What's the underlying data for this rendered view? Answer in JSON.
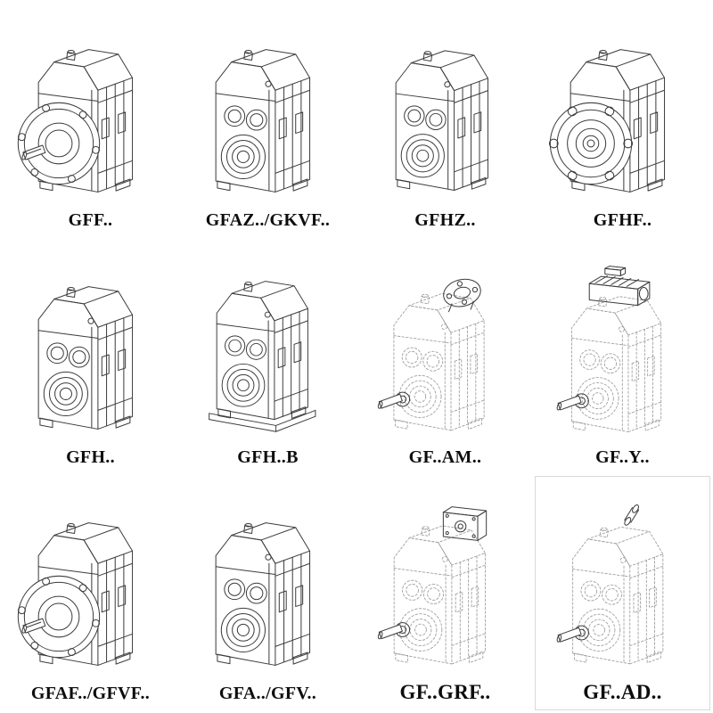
{
  "page": {
    "background": "#ffffff",
    "line_color": "#3c3c3c",
    "phantom_line_color": "#9a9a9a",
    "label_color": "#0d0d0d"
  },
  "products": [
    {
      "label": "GFF..",
      "variant": "flange-mounted with solid output shaft"
    },
    {
      "label": "GFAZ../GKVF..",
      "variant": "hollow shaft shaft-mounted"
    },
    {
      "label": "GFHZ..",
      "variant": "hollow shaft with shrink disk"
    },
    {
      "label": "GFHF..",
      "variant": "flange mounted, flange face-on"
    },
    {
      "label": "GFH..",
      "variant": "hollow shaft"
    },
    {
      "label": "GFH..B",
      "variant": "hollow shaft with base plate"
    },
    {
      "label": "GF..AM..",
      "variant": "phantom housing with IEC input flange adapter"
    },
    {
      "label": "GF..Y..",
      "variant": "phantom housing with mounted motor"
    },
    {
      "label": "GFAF../GFVF..",
      "variant": "flange mounted with solid output shaft"
    },
    {
      "label": "GFA../GFV..",
      "variant": "hollow shaft"
    },
    {
      "label": "GF..GRF..",
      "variant": "phantom housing with adapter block"
    },
    {
      "label": "GF..AD..",
      "variant": "phantom housing with input shaft adapter"
    }
  ]
}
